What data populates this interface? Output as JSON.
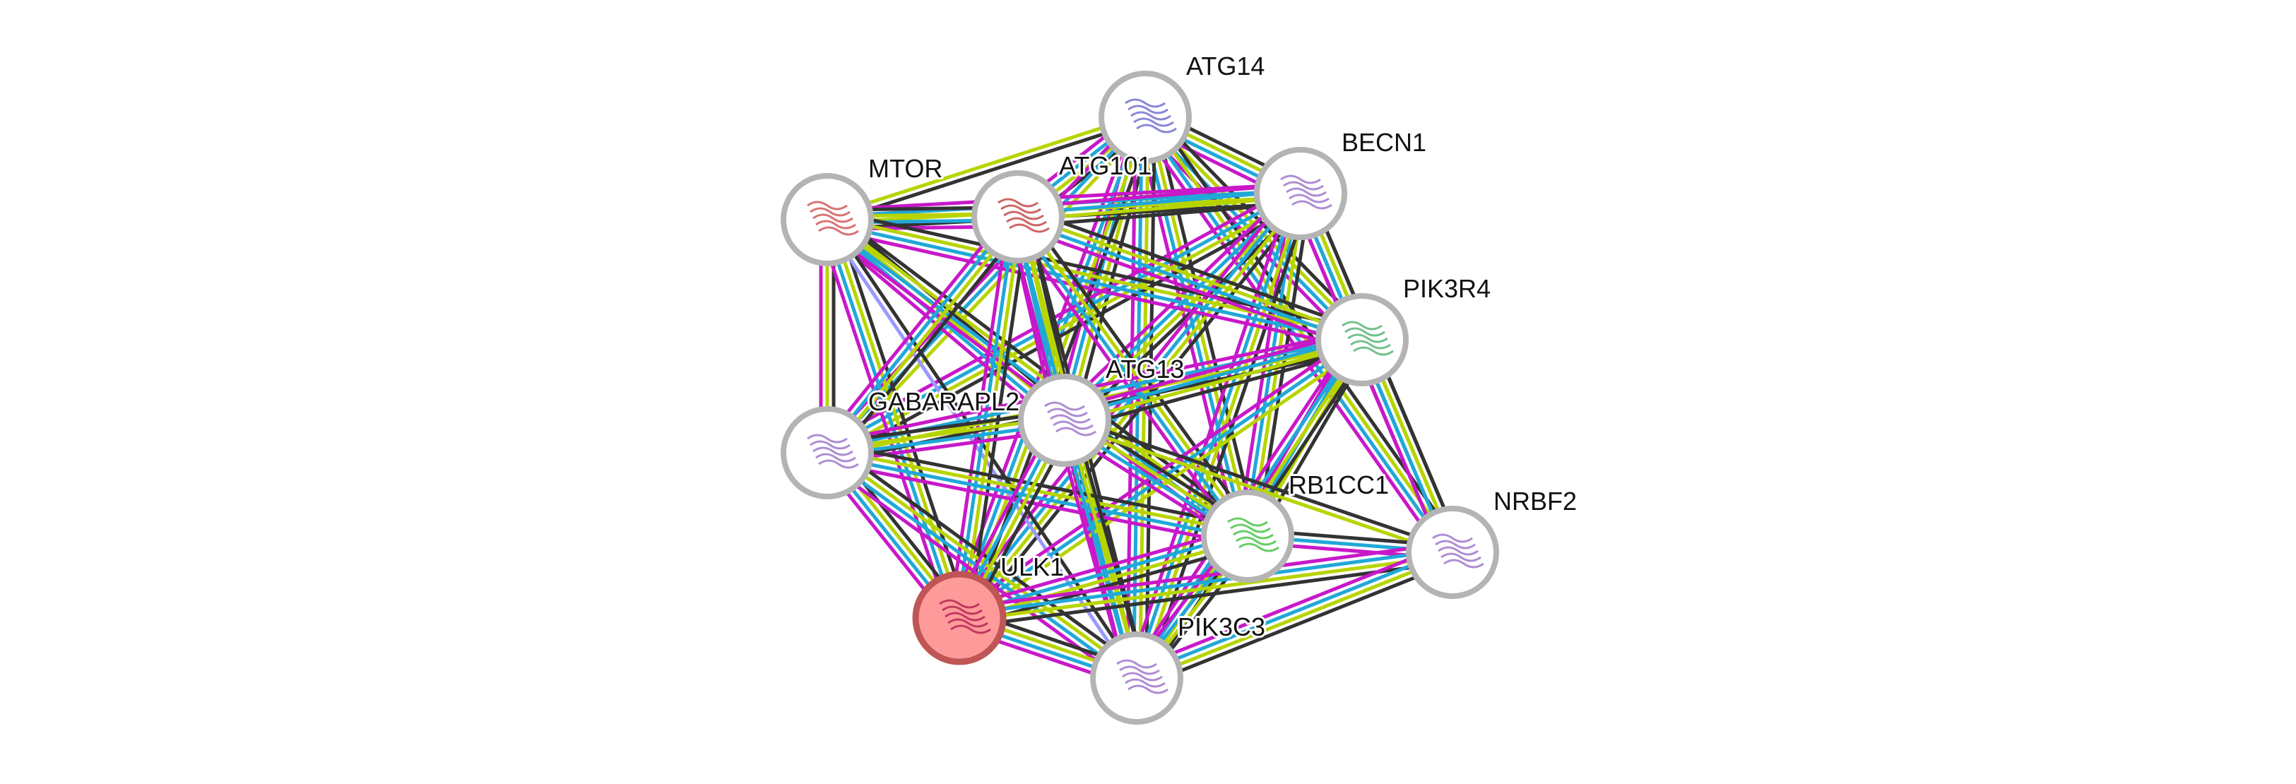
{
  "colors": {
    "k": "#333333",
    "y": "#b8d400",
    "c": "#20a8d8",
    "m": "#c818c8",
    "b": "#9999ff",
    "node_border": "#b4b4b4",
    "node_fill": "#ffffff",
    "query_fill": "#ff9a9a",
    "query_border": "#c05555"
  },
  "nodes": [
    {
      "id": "ATG14",
      "label": "ATG14",
      "query": false,
      "structure": "#6a6acc"
    },
    {
      "id": "BECN1",
      "label": "BECN1",
      "query": false,
      "structure": "#9a70c8"
    },
    {
      "id": "MTOR",
      "label": "MTOR",
      "query": false,
      "structure": "#d05050"
    },
    {
      "id": "ATG101",
      "label": "ATG101",
      "query": false,
      "structure": "#c04040"
    },
    {
      "id": "PIK3R4",
      "label": "PIK3R4",
      "query": false,
      "structure": "#50b070"
    },
    {
      "id": "GABARAPL2",
      "label": "GABARAPL2",
      "query": false,
      "structure": "#9a70c8"
    },
    {
      "id": "ATG13",
      "label": "ATG13",
      "query": false,
      "structure": "#9a70c8"
    },
    {
      "id": "RB1CC1",
      "label": "RB1CC1",
      "query": false,
      "structure": "#40c040"
    },
    {
      "id": "NRBF2",
      "label": "NRBF2",
      "query": false,
      "structure": "#9a70c8"
    },
    {
      "id": "ULK1",
      "label": "ULK1",
      "query": true,
      "structure": "#b02050"
    },
    {
      "id": "PIK3C3",
      "label": "PIK3C3",
      "query": false,
      "structure": "#9a70c8"
    }
  ],
  "edges": [
    [
      "ATG14",
      "BECN1",
      "kycm"
    ],
    [
      "ATG14",
      "MTOR",
      "ky"
    ],
    [
      "ATG14",
      "ATG101",
      "kycm"
    ],
    [
      "ATG14",
      "PIK3R4",
      "kycm"
    ],
    [
      "ATG14",
      "GABARAPL2",
      "ycm"
    ],
    [
      "ATG14",
      "ATG13",
      "kycm"
    ],
    [
      "ATG14",
      "RB1CC1",
      "kycm"
    ],
    [
      "ATG14",
      "NRBF2",
      "kycm"
    ],
    [
      "ATG14",
      "ULK1",
      "kycm"
    ],
    [
      "ATG14",
      "PIK3C3",
      "kycm"
    ],
    [
      "BECN1",
      "MTOR",
      "kycm"
    ],
    [
      "BECN1",
      "ATG101",
      "kycm"
    ],
    [
      "BECN1",
      "PIK3R4",
      "kycm"
    ],
    [
      "BECN1",
      "GABARAPL2",
      "kycm"
    ],
    [
      "BECN1",
      "ATG13",
      "kycm"
    ],
    [
      "BECN1",
      "RB1CC1",
      "kycm"
    ],
    [
      "BECN1",
      "NRBF2",
      "kycm"
    ],
    [
      "BECN1",
      "ULK1",
      "kycm"
    ],
    [
      "BECN1",
      "PIK3C3",
      "kycm"
    ],
    [
      "MTOR",
      "ATG101",
      "kycm"
    ],
    [
      "MTOR",
      "PIK3R4",
      "kycm"
    ],
    [
      "MTOR",
      "GABARAPL2",
      "kym"
    ],
    [
      "MTOR",
      "ATG13",
      "kycm"
    ],
    [
      "MTOR",
      "RB1CC1",
      "kycm"
    ],
    [
      "MTOR",
      "ULK1",
      "kycm"
    ],
    [
      "MTOR",
      "PIK3C3",
      "kb"
    ],
    [
      "ATG101",
      "PIK3R4",
      "kycm"
    ],
    [
      "ATG101",
      "GABARAPL2",
      "kycm"
    ],
    [
      "ATG101",
      "ATG13",
      "kycm"
    ],
    [
      "ATG101",
      "RB1CC1",
      "kycm"
    ],
    [
      "ATG101",
      "ULK1",
      "kycm"
    ],
    [
      "ATG101",
      "PIK3C3",
      "kycm"
    ],
    [
      "PIK3R4",
      "GABARAPL2",
      "kycm"
    ],
    [
      "PIK3R4",
      "ATG13",
      "kycm"
    ],
    [
      "PIK3R4",
      "RB1CC1",
      "kycm"
    ],
    [
      "PIK3R4",
      "NRBF2",
      "kycm"
    ],
    [
      "PIK3R4",
      "ULK1",
      "ycm"
    ],
    [
      "PIK3R4",
      "PIK3C3",
      "kycm"
    ],
    [
      "GABARAPL2",
      "ATG13",
      "kycm"
    ],
    [
      "GABARAPL2",
      "RB1CC1",
      "kycm"
    ],
    [
      "GABARAPL2",
      "ULK1",
      "kycm"
    ],
    [
      "GABARAPL2",
      "PIK3C3",
      "kycm"
    ],
    [
      "ATG13",
      "RB1CC1",
      "kycm"
    ],
    [
      "ATG13",
      "NRBF2",
      "ky"
    ],
    [
      "ATG13",
      "ULK1",
      "kycm"
    ],
    [
      "ATG13",
      "PIK3C3",
      "kycm"
    ],
    [
      "RB1CC1",
      "NRBF2",
      "kcm"
    ],
    [
      "RB1CC1",
      "ULK1",
      "kycm"
    ],
    [
      "RB1CC1",
      "PIK3C3",
      "kycm"
    ],
    [
      "NRBF2",
      "ULK1",
      "kycm"
    ],
    [
      "NRBF2",
      "PIK3C3",
      "kycm"
    ],
    [
      "ULK1",
      "PIK3C3",
      "kycm"
    ]
  ]
}
